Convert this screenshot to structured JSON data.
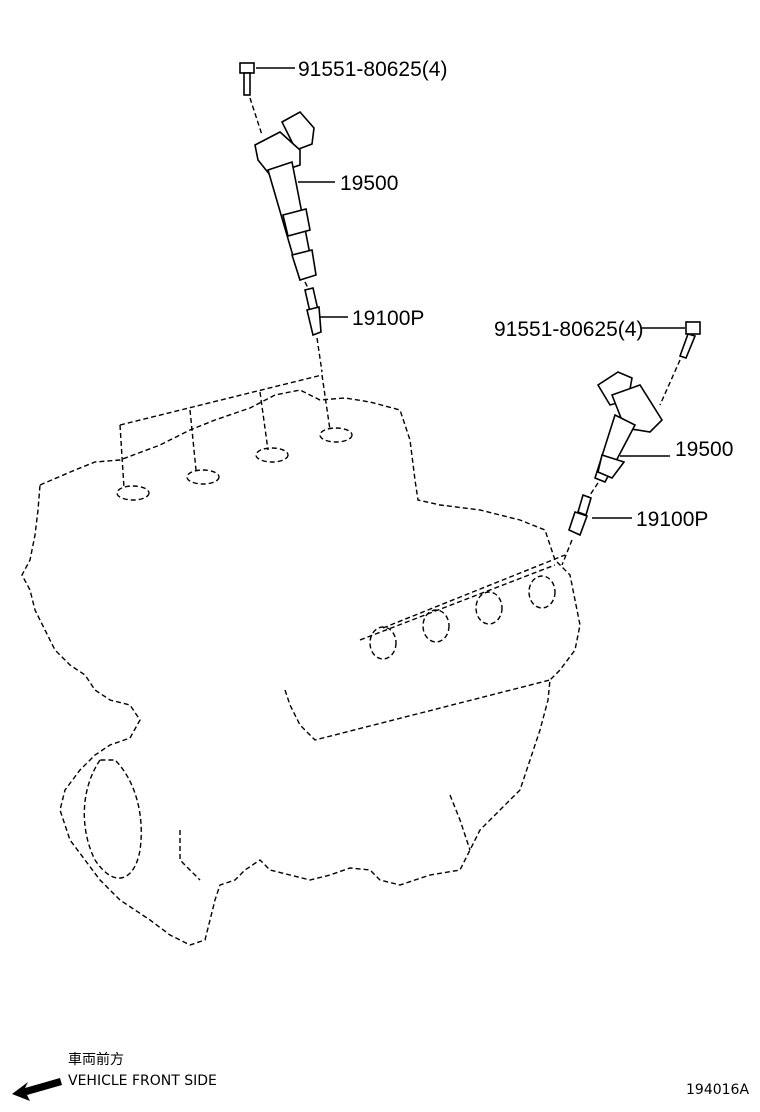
{
  "labels": {
    "bolt_top": "91551-80625(4)",
    "coil_top": "19500",
    "plug_top": "19100P",
    "bolt_right": "91551-80625(4)",
    "coil_right": "19500",
    "plug_right": "19100P"
  },
  "footer": {
    "front_jp": "車両前方",
    "front_en": "VEHICLE FRONT SIDE",
    "drawing_id": "194016A"
  },
  "icons": {
    "arrow": "front-direction-arrow-icon"
  }
}
